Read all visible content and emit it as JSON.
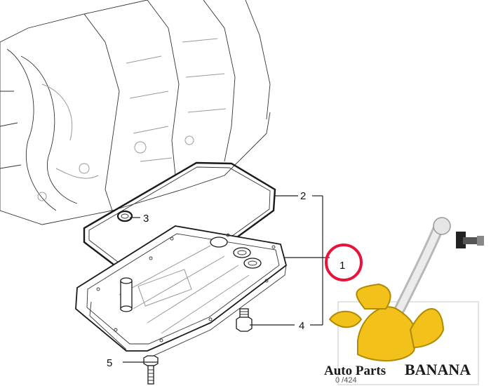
{
  "callouts": {
    "c1": "1",
    "c2": "2",
    "c3": "3",
    "c4": "4",
    "c5": "5"
  },
  "highlight": {
    "target": "1",
    "color": "#e8123c"
  },
  "watermark": {
    "brand_small": "Auto Parts",
    "brand_big": "BANANA",
    "brand_color": "#1a1a1a",
    "banana_color": "#f2c21b",
    "logo_icon": "banana-icon"
  },
  "doc_number": "0 /424"
}
